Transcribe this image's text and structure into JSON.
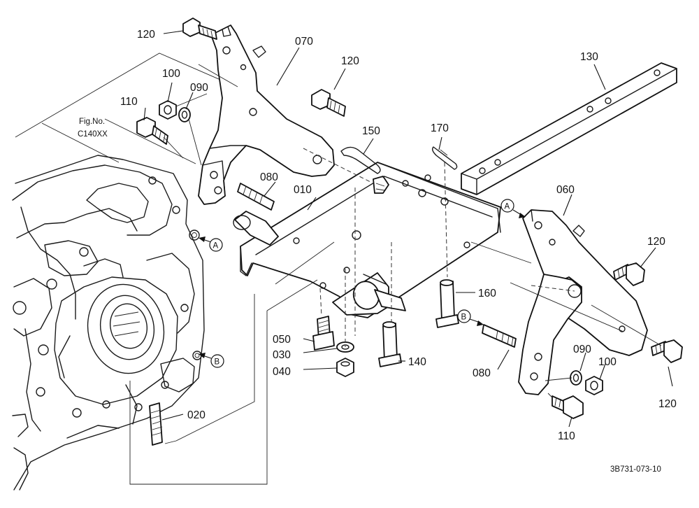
{
  "diagram": {
    "drawing_code": "3B731-073-10",
    "fig_ref": {
      "line1": "Fig.No.",
      "line2": "C140XX"
    },
    "callouts": {
      "c010": "010",
      "c020": "020",
      "c030": "030",
      "c040": "040",
      "c050": "050",
      "c060": "060",
      "c070": "070",
      "c080a": "080",
      "c080b": "080",
      "c090a": "090",
      "c090b": "090",
      "c100a": "100",
      "c100b": "100",
      "c110a": "110",
      "c110b": "110",
      "c120a": "120",
      "c120b": "120",
      "c120c": "120",
      "c120d": "120",
      "c130": "130",
      "c140": "140",
      "c150": "150",
      "c160": "160",
      "c170": "170"
    },
    "markers": {
      "a1": "A",
      "a2": "A",
      "b1": "B",
      "b2": "B"
    }
  }
}
